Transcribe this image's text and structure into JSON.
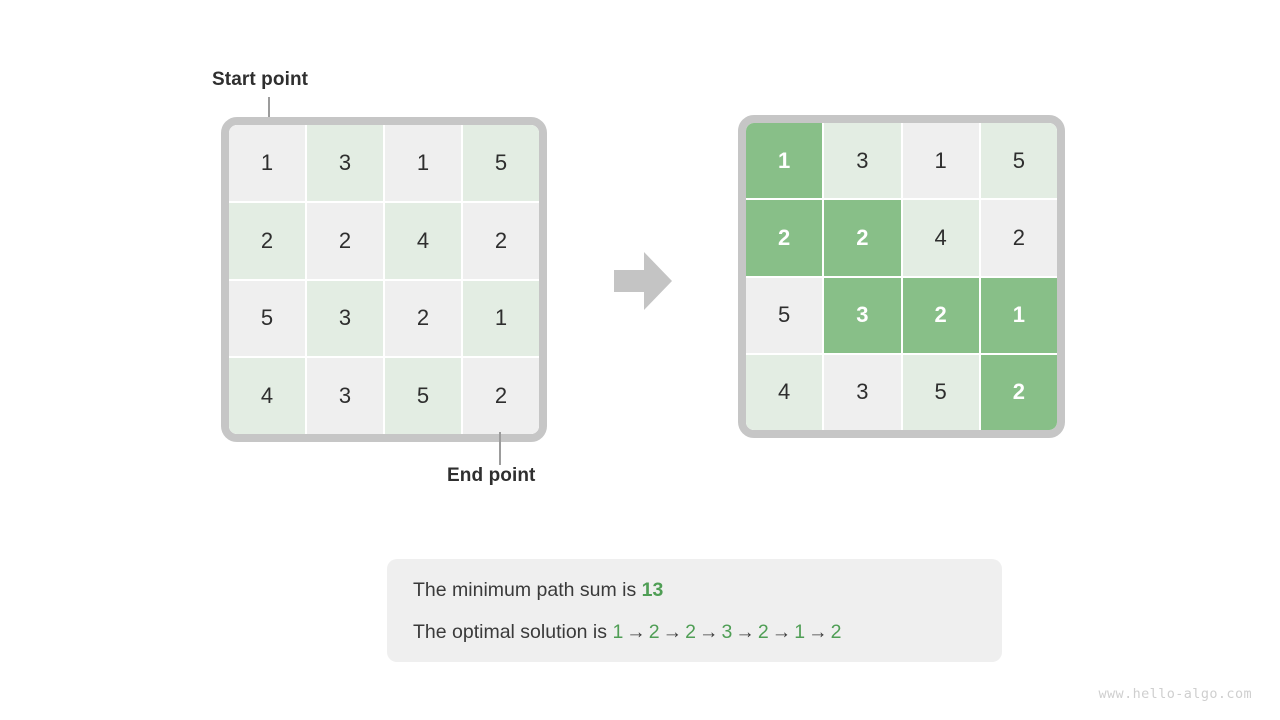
{
  "figure": {
    "title_watermark": "www.hello-algo.com",
    "arrow_icon": "right-arrow-icon",
    "colors": {
      "highlight_green": "#88bf88",
      "pale_cell": "#efefef",
      "mint_cell": "#e3ede3",
      "frame_gray": "#c6c6c6",
      "accent_text_green": "#4f9e55",
      "body_text": "#3a3a3a",
      "watermark": "#cfcfcf"
    }
  },
  "annotations": {
    "start_label": "Start point",
    "end_label": "End point"
  },
  "grids": {
    "left": {
      "name": "input-grid",
      "rows": [
        [
          {
            "value": "1",
            "state": "pale"
          },
          {
            "value": "3",
            "state": "mint"
          },
          {
            "value": "1",
            "state": "pale"
          },
          {
            "value": "5",
            "state": "mint"
          }
        ],
        [
          {
            "value": "2",
            "state": "mint"
          },
          {
            "value": "2",
            "state": "pale"
          },
          {
            "value": "4",
            "state": "mint"
          },
          {
            "value": "2",
            "state": "pale"
          }
        ],
        [
          {
            "value": "5",
            "state": "pale"
          },
          {
            "value": "3",
            "state": "mint"
          },
          {
            "value": "2",
            "state": "pale"
          },
          {
            "value": "1",
            "state": "mint"
          }
        ],
        [
          {
            "value": "4",
            "state": "mint"
          },
          {
            "value": "3",
            "state": "pale"
          },
          {
            "value": "5",
            "state": "mint"
          },
          {
            "value": "2",
            "state": "pale"
          }
        ]
      ]
    },
    "right": {
      "name": "solution-grid",
      "rows": [
        [
          {
            "value": "1",
            "state": "hl"
          },
          {
            "value": "3",
            "state": "mint"
          },
          {
            "value": "1",
            "state": "pale"
          },
          {
            "value": "5",
            "state": "mint"
          }
        ],
        [
          {
            "value": "2",
            "state": "hl"
          },
          {
            "value": "2",
            "state": "hl"
          },
          {
            "value": "4",
            "state": "mint"
          },
          {
            "value": "2",
            "state": "pale"
          }
        ],
        [
          {
            "value": "5",
            "state": "pale"
          },
          {
            "value": "3",
            "state": "hl"
          },
          {
            "value": "2",
            "state": "hl"
          },
          {
            "value": "1",
            "state": "hl"
          }
        ],
        [
          {
            "value": "4",
            "state": "mint"
          },
          {
            "value": "3",
            "state": "pale"
          },
          {
            "value": "5",
            "state": "mint"
          },
          {
            "value": "2",
            "state": "hl"
          }
        ]
      ]
    }
  },
  "caption": {
    "line1_prefix": "The minimum path sum is ",
    "line1_value": "13",
    "line2_prefix": "The optimal solution is ",
    "path_sequence": [
      "1",
      "2",
      "2",
      "3",
      "2",
      "1",
      "2"
    ],
    "path_arrow": "→"
  },
  "chart_data": {
    "type": "heatmap",
    "title": "Minimum path sum grid",
    "grid_values": [
      [
        1,
        3,
        1,
        5
      ],
      [
        2,
        2,
        4,
        2
      ],
      [
        5,
        3,
        2,
        1
      ],
      [
        4,
        3,
        5,
        2
      ]
    ],
    "highlighted_path_cells": [
      [
        0,
        0
      ],
      [
        1,
        0
      ],
      [
        1,
        1
      ],
      [
        2,
        1
      ],
      [
        2,
        2
      ],
      [
        2,
        3
      ],
      [
        3,
        3
      ]
    ],
    "path_values": [
      1,
      2,
      2,
      3,
      2,
      1,
      2
    ],
    "minimum_path_sum": 13,
    "start_cell": [
      0,
      0
    ],
    "end_cell": [
      3,
      3
    ]
  }
}
